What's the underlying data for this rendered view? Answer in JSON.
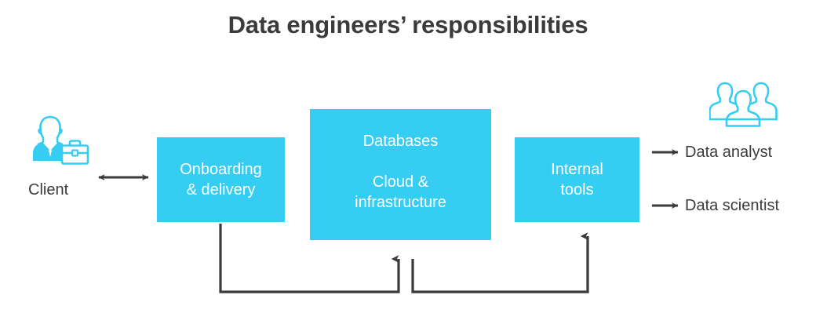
{
  "page": {
    "title": "Data engineers’ responsibilities",
    "background_color": "#ffffff",
    "accent_color": "#35cdf2",
    "text_color": "#3b3b3b",
    "connector_color": "#3b3b3b"
  },
  "nodes": {
    "client": {
      "label": "Client",
      "icon": "person-with-briefcase-icon"
    },
    "onboarding": {
      "label": "Onboarding\n& delivery",
      "line1": "Onboarding",
      "line2": "& delivery"
    },
    "central": {
      "line1": "Databases",
      "line2": "Cloud &",
      "line3": "infrastructure"
    },
    "internal_tools": {
      "line1": "Internal",
      "line2": "tools"
    },
    "consumers": {
      "icon": "group-of-people-icon",
      "analyst": "Data analyst",
      "scientist": "Data scientist"
    }
  },
  "connectors": [
    {
      "name": "client-onboarding-bidirectional",
      "from": "client",
      "to": "onboarding",
      "style": "double-headed-arrow"
    },
    {
      "name": "internal-tools-to-data-analyst",
      "from": "internal_tools",
      "to": "analyst",
      "style": "arrow"
    },
    {
      "name": "internal-tools-to-data-scientist",
      "from": "internal_tools",
      "to": "scientist",
      "style": "arrow"
    },
    {
      "name": "onboarding-feedback-to-central",
      "from": "onboarding",
      "to": "central",
      "style": "elbow-arrow"
    },
    {
      "name": "central-feedback-to-internal-tools",
      "from": "central",
      "to": "internal_tools",
      "style": "elbow-arrow"
    }
  ]
}
